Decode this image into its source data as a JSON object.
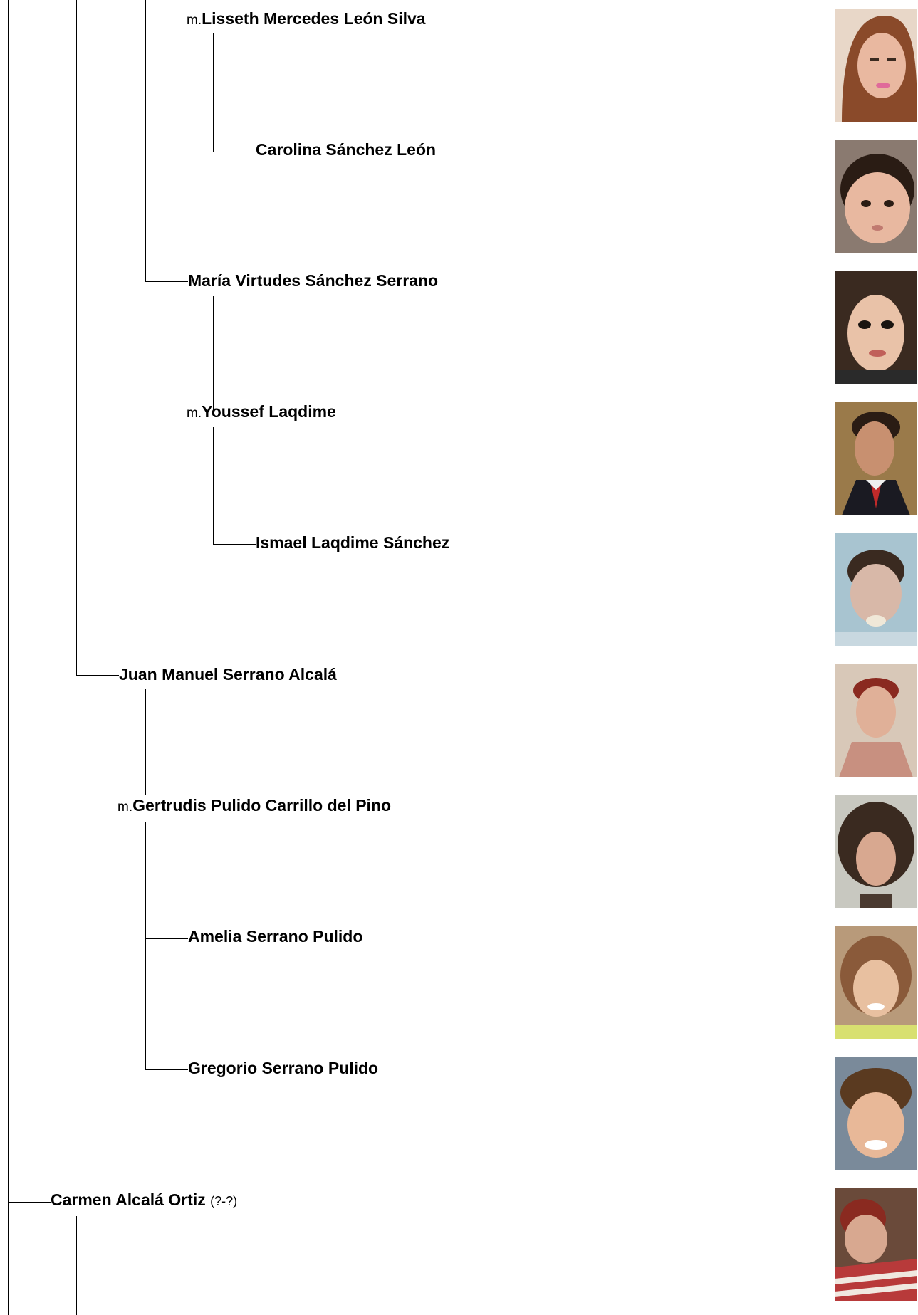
{
  "people": [
    {
      "prefix": "m.",
      "name": "Lisseth Mercedes León Silva",
      "dates": "",
      "photo": "woman-portrait"
    },
    {
      "prefix": "",
      "name": "Carolina Sánchez León",
      "dates": "",
      "photo": "baby-portrait"
    },
    {
      "prefix": "",
      "name": "María Virtudes Sánchez Serrano",
      "dates": "",
      "photo": "woman-portrait"
    },
    {
      "prefix": "m.",
      "name": "Youssef Laqdime",
      "dates": "",
      "photo": "man-portrait"
    },
    {
      "prefix": "",
      "name": "Ismael Laqdime Sánchez",
      "dates": "",
      "photo": "child-portrait"
    },
    {
      "prefix": "",
      "name": "Juan Manuel Serrano Alcalá",
      "dates": "",
      "photo": "man-portrait"
    },
    {
      "prefix": "m.",
      "name": "Gertrudis Pulido Carrillo del Pino",
      "dates": "",
      "photo": "woman-portrait"
    },
    {
      "prefix": "",
      "name": "Amelia Serrano Pulido",
      "dates": "",
      "photo": "girl-portrait"
    },
    {
      "prefix": "",
      "name": "Gregorio Serrano Pulido",
      "dates": "",
      "photo": "child-portrait"
    },
    {
      "prefix": "",
      "name": "Carmen Alcalá Ortiz",
      "dates": "(?-?)",
      "photo": "elderly-woman-portrait"
    }
  ],
  "colors": {
    "line": "#000000",
    "skin": "#d9a98a",
    "hair_dark": "#2a1c14",
    "hair_red": "#8a2a20"
  }
}
